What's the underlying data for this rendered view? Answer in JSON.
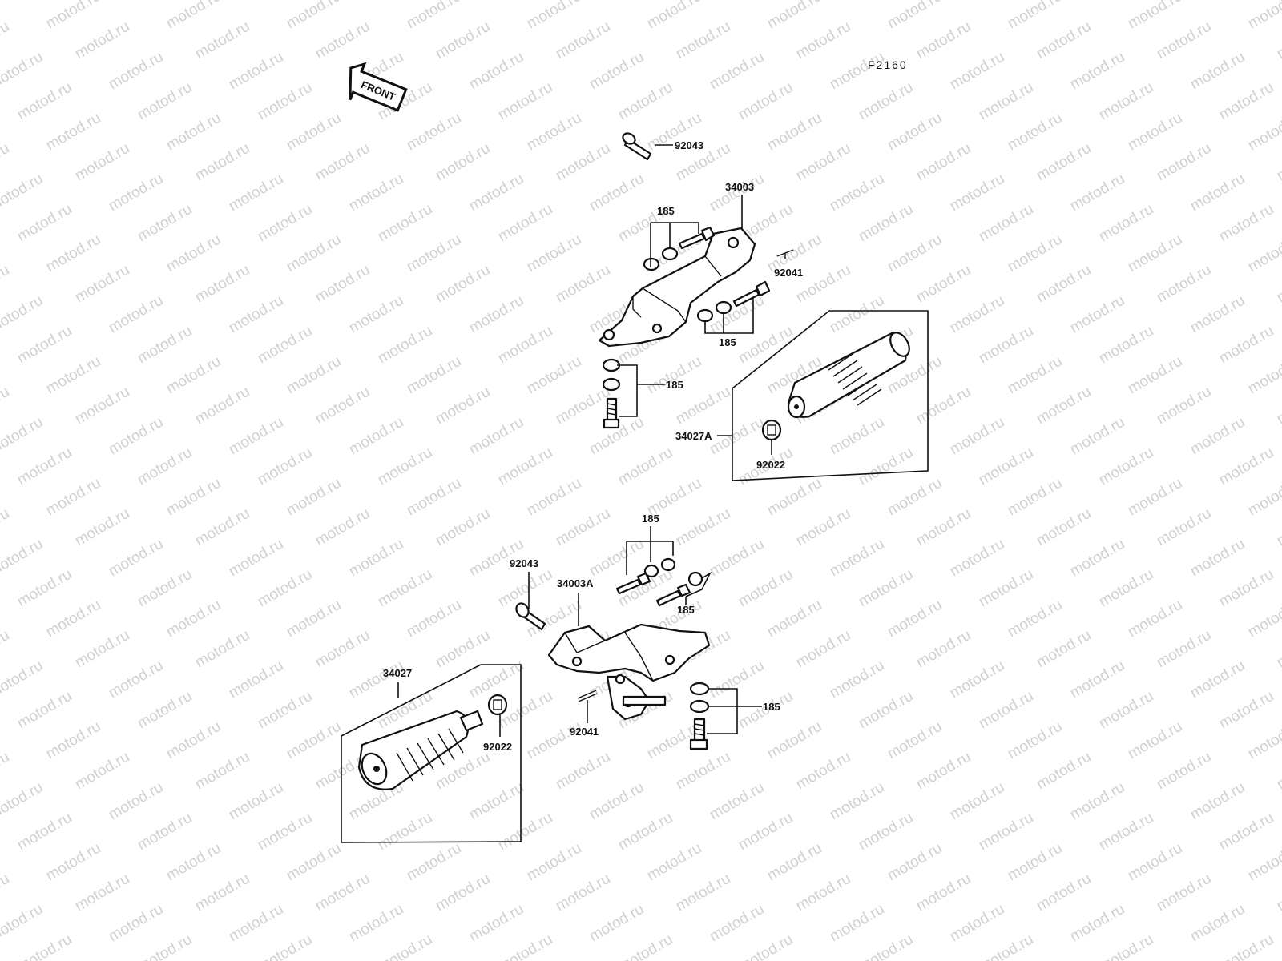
{
  "diagram_code": "F2160",
  "front_marker": "FRONT",
  "watermark": "motod.ru",
  "labels": {
    "pin_upper": "92043",
    "bracket_right": "34003",
    "bolts_upper_top": "185",
    "cotter_upper": "92041",
    "bolts_upper_mid": "185",
    "bolts_upper_low": "185",
    "footpeg_right": "34027A",
    "washer_right": "92022",
    "bolts_lower_top": "185",
    "pin_lower": "92043",
    "bracket_left": "34003A",
    "bolts_lower_mid": "185",
    "footpeg_left": "34027",
    "bolts_lower_right": "185",
    "washer_left": "92022",
    "cotter_lower": "92041"
  },
  "colors": {
    "ink": "#111111",
    "watermark": "#d0d0d0",
    "background": "#ffffff"
  }
}
